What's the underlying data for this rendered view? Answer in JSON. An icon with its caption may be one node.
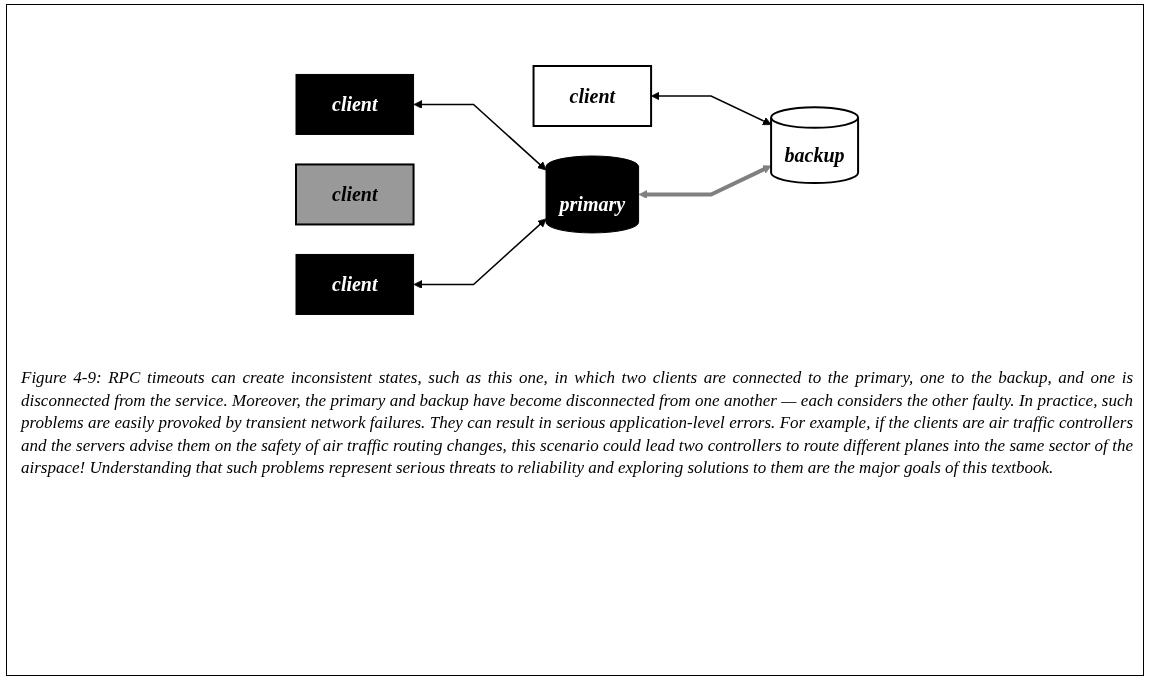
{
  "diagram": {
    "caption": "Figure 4-9: RPC timeouts can create inconsistent states, such as this one, in which two clients are connected to the primary, one to the backup, and one is disconnected from the service. Moreover, the primary and backup have become disconnected from one another — each considers the other faulty.  In practice, such problems are easily provoked by transient network failures.  They can result in serious application-level errors.  For example, if the clients are air traffic controllers and the servers advise them on the safety of air traffic routing changes, this scenario could lead two controllers to route different planes into the same sector of the airspace!  Understanding that such problems represent serious threats to reliability and exploring solutions to them are the major goals of this textbook.",
    "nodes": [
      {
        "text": [
          "client"
        ]
      },
      {
        "text": [
          "client"
        ]
      },
      {
        "text": [
          "backup"
        ]
      },
      {
        "text": [
          "client"
        ]
      },
      {
        "text": [
          "primary"
        ]
      },
      {
        "text": [
          "client"
        ]
      }
    ],
    "edges": [
      {
        "from": 0,
        "to": 4,
        "arrow": "both"
      },
      {
        "from": 1,
        "to": 2,
        "arrow": "both"
      },
      {
        "from": 5,
        "to": 4,
        "arrow": "both"
      },
      {
        "from": 4,
        "to": 2,
        "arrow": "both",
        "style": "thick",
        "color": "#808080"
      }
    ]
  }
}
